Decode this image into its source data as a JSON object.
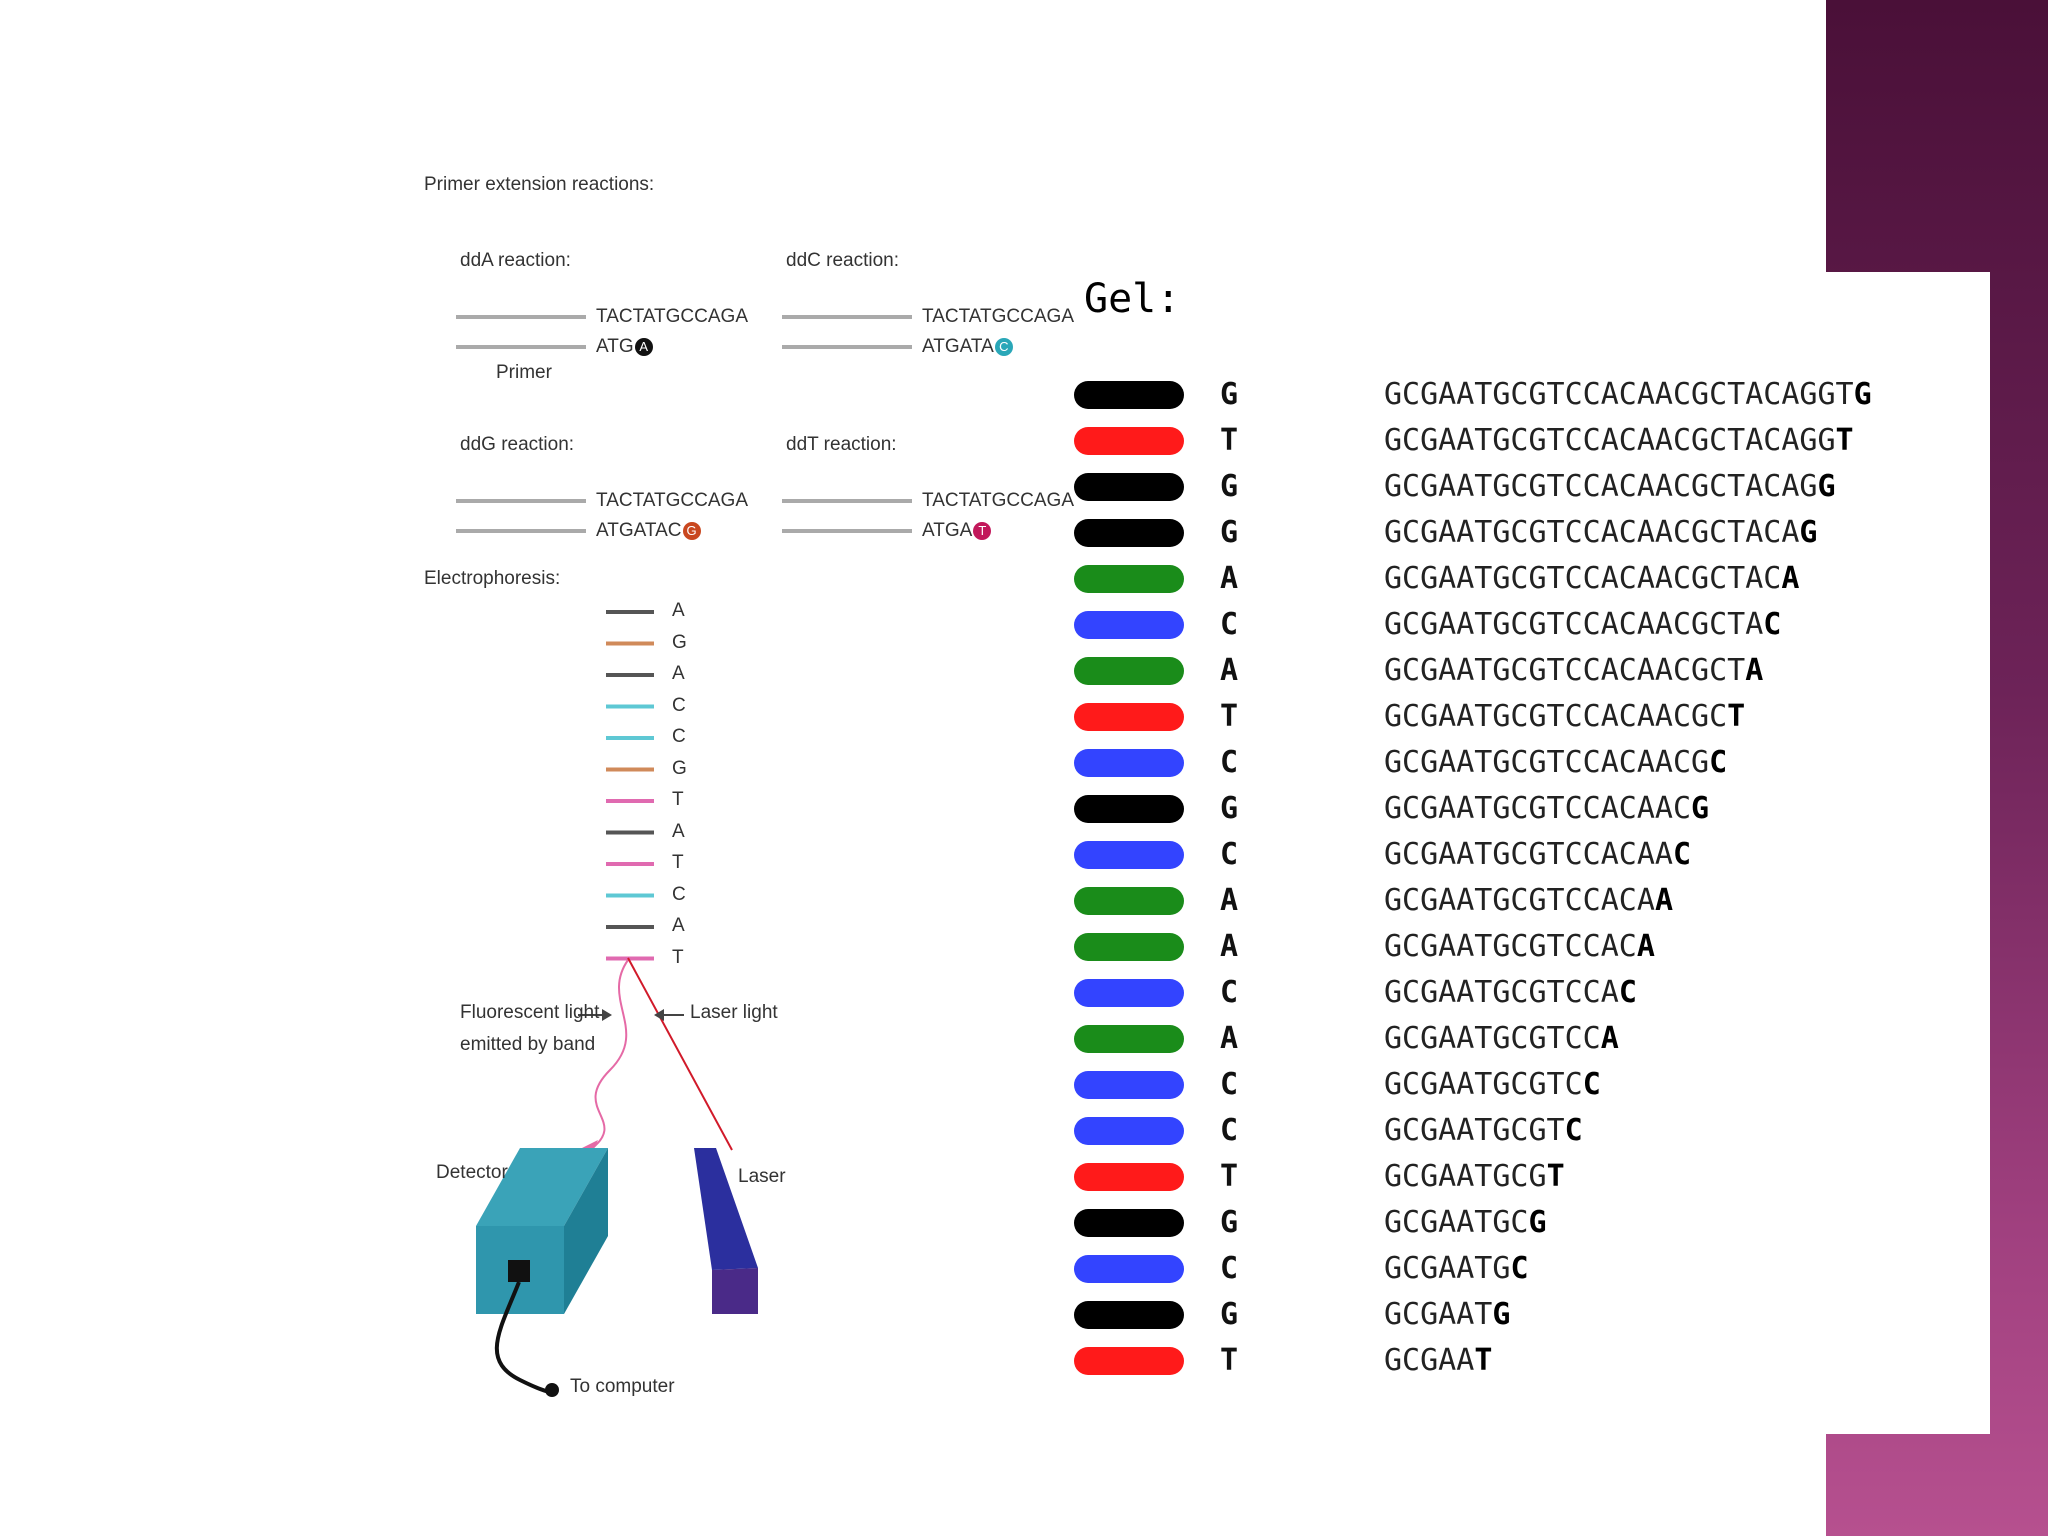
{
  "left": {
    "heading_primer": "Primer extension reactions:",
    "reactions": [
      {
        "label": "ddA reaction:",
        "template": "TACTATGCCAGA",
        "product": "ATG",
        "terminal": "A",
        "color": "#111111"
      },
      {
        "label": "ddC reaction:",
        "template": "TACTATGCCAGA",
        "product": "ATGATA",
        "terminal": "C",
        "color": "#2aa7b8"
      },
      {
        "label": "ddG reaction:",
        "template": "TACTATGCCAGA",
        "product": "ATGATAC",
        "terminal": "G",
        "color": "#c9471f"
      },
      {
        "label": "ddT reaction:",
        "template": "TACTATGCCAGA",
        "product": "ATGA",
        "terminal": "T",
        "color": "#c2185b"
      }
    ],
    "primer_label": "Primer",
    "heading_electro": "Electrophoresis:",
    "ladder": [
      {
        "base": "A",
        "color": "#555555"
      },
      {
        "base": "G",
        "color": "#d08a5a"
      },
      {
        "base": "A",
        "color": "#555555"
      },
      {
        "base": "C",
        "color": "#5ec8d4"
      },
      {
        "base": "C",
        "color": "#5ec8d4"
      },
      {
        "base": "G",
        "color": "#d08a5a"
      },
      {
        "base": "T",
        "color": "#e06ab0"
      },
      {
        "base": "A",
        "color": "#555555"
      },
      {
        "base": "T",
        "color": "#e06ab0"
      },
      {
        "base": "C",
        "color": "#5ec8d4"
      },
      {
        "base": "A",
        "color": "#555555"
      },
      {
        "base": "T",
        "color": "#e06ab0"
      }
    ],
    "fluor_label_1": "Fluorescent light",
    "fluor_label_2": "emitted by band",
    "laser_light_label": "Laser light",
    "detector_label": "Detector",
    "laser_label": "Laser",
    "computer_label": "To computer"
  },
  "gel": {
    "title": "Gel:",
    "colors": {
      "G": "#000000",
      "T": "#ff1a1a",
      "A": "#1a8c1a",
      "C": "#3344ff"
    },
    "rows": [
      {
        "base": "G",
        "prefix": "GCGAATGCGTCCACAACGCTACAGGT"
      },
      {
        "base": "T",
        "prefix": "GCGAATGCGTCCACAACGCTACAGG"
      },
      {
        "base": "G",
        "prefix": "GCGAATGCGTCCACAACGCTACAG"
      },
      {
        "base": "G",
        "prefix": "GCGAATGCGTCCACAACGCTACA"
      },
      {
        "base": "A",
        "prefix": "GCGAATGCGTCCACAACGCTAC"
      },
      {
        "base": "C",
        "prefix": "GCGAATGCGTCCACAACGCTA"
      },
      {
        "base": "A",
        "prefix": "GCGAATGCGTCCACAACGCT"
      },
      {
        "base": "T",
        "prefix": "GCGAATGCGTCCACAACGC"
      },
      {
        "base": "C",
        "prefix": "GCGAATGCGTCCACAACG"
      },
      {
        "base": "G",
        "prefix": "GCGAATGCGTCCACAAC"
      },
      {
        "base": "C",
        "prefix": "GCGAATGCGTCCACAA"
      },
      {
        "base": "A",
        "prefix": "GCGAATGCGTCCACA"
      },
      {
        "base": "A",
        "prefix": "GCGAATGCGTCCAC"
      },
      {
        "base": "C",
        "prefix": "GCGAATGCGTCCA"
      },
      {
        "base": "A",
        "prefix": "GCGAATGCGTCC"
      },
      {
        "base": "C",
        "prefix": "GCGAATGCGTC"
      },
      {
        "base": "C",
        "prefix": "GCGAATGCGT"
      },
      {
        "base": "T",
        "prefix": "GCGAATGCG"
      },
      {
        "base": "G",
        "prefix": "GCGAATGC"
      },
      {
        "base": "C",
        "prefix": "GCGAATG"
      },
      {
        "base": "G",
        "prefix": "GCGAAT"
      },
      {
        "base": "T",
        "prefix": "GCGAA"
      }
    ]
  }
}
